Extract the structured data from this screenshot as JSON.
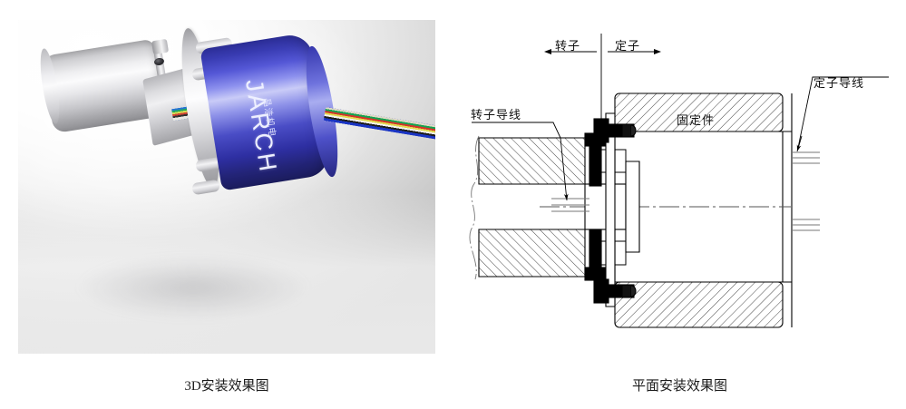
{
  "figure": {
    "left_caption": "3D安装效果图",
    "right_caption": "平面安装效果图"
  },
  "render": {
    "brand_name": "JARCH",
    "brand_sub": "晶浩机电",
    "cable_colors": [
      "#ddd9c6",
      "#15a24f",
      "#d2342a",
      "#e3d94e",
      "#f2f2ee",
      "#1d1d1d",
      "#1a35c4"
    ],
    "body_color": "#2e2fa2",
    "metal_color": "#c9c9cd"
  },
  "drawing": {
    "rotor_arrow_label": "转子",
    "stator_arrow_label": "定子",
    "rotor_wire_label": "转子导线",
    "stator_wire_label": "定子导线",
    "fixed_part_label": "固定件",
    "line_color": "#000000",
    "hatch_color": "#333333"
  }
}
